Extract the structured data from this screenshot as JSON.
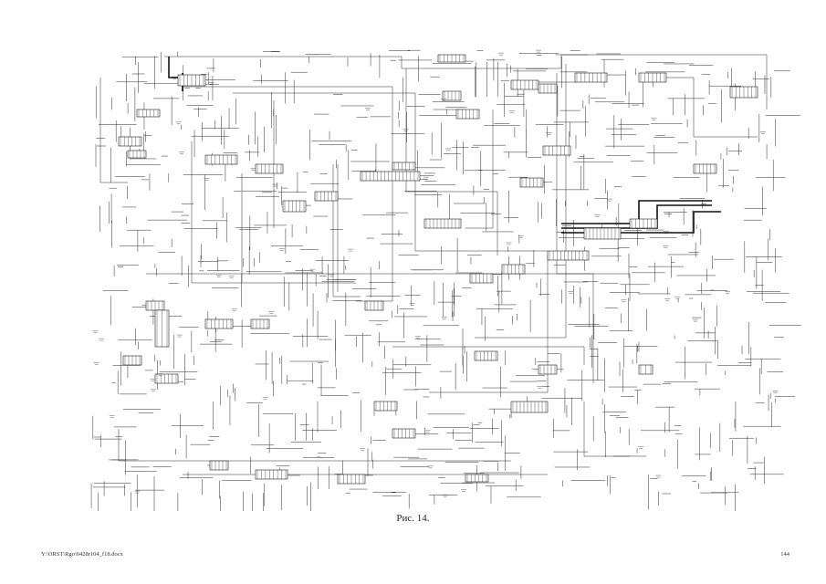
{
  "document": {
    "figure_caption": "Рис. 14.",
    "footer_path": "Y:\\ORST\\Rgo\\0428r104_f18.docx",
    "page_number": "144",
    "figure_type": "wiring-schematic"
  }
}
